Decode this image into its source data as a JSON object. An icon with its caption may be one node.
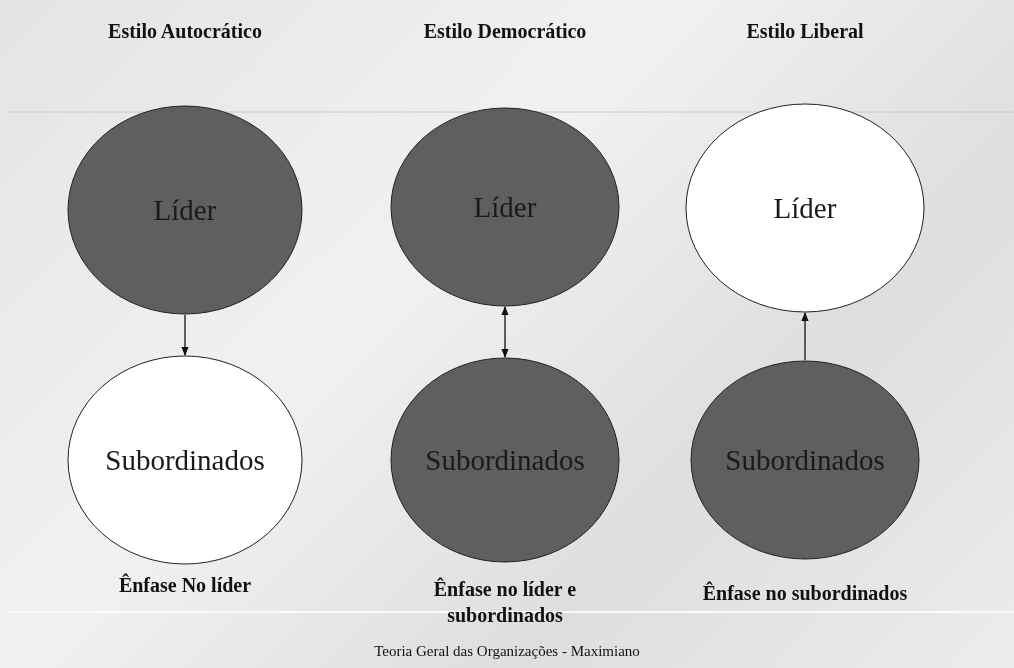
{
  "diagram": {
    "nodes": [
      {
        "text": [
          "Líder"
        ]
      },
      {
        "text": [
          "Subordinados"
        ]
      },
      {
        "text": [
          "Líder"
        ]
      },
      {
        "text": [
          "Subordinados"
        ]
      },
      {
        "text": [
          "Líder"
        ]
      },
      {
        "text": [
          "Subordinados"
        ]
      }
    ],
    "edges": [
      {
        "from": 0,
        "to": 1,
        "arrow": "to"
      },
      {
        "from": 2,
        "to": 3,
        "arrow": "both"
      },
      {
        "from": 5,
        "to": 4,
        "arrow": "to"
      }
    ],
    "labels": [
      "Estilo Autocrático",
      "Estilo Democrático",
      "Estilo Liberal",
      "Ênfase No líder",
      "Ênfase no líder e subordinados",
      "Ênfase no subordinados",
      "Teoria Geral das Organizações - Maximiano"
    ]
  }
}
